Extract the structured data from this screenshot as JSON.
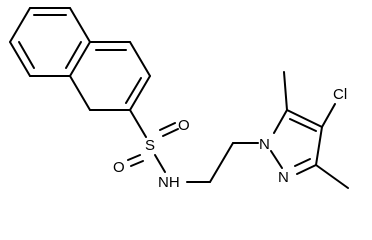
{
  "molecule": {
    "atoms": {
      "s": "S",
      "o_top": "O",
      "o_bottom": "O",
      "nh": "NH",
      "n_ring": "N",
      "n_ring2": "N",
      "cl": "Cl"
    }
  }
}
